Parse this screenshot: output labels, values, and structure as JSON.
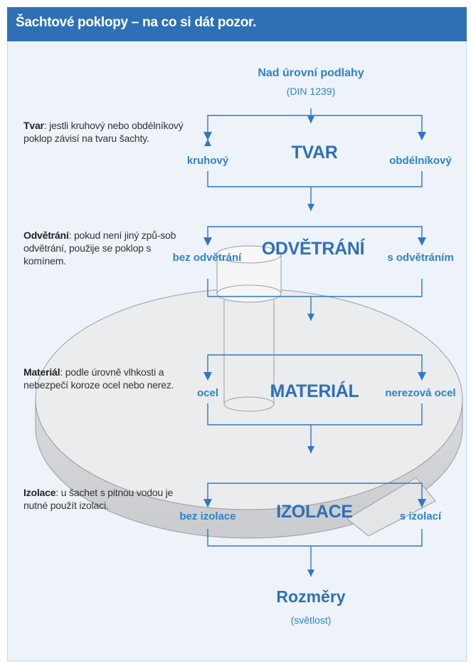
{
  "title": "Šachtové poklopy – na co si dát pozor.",
  "top": {
    "label": "Nad úrovní podlahy",
    "sub": "(DIN 1239)"
  },
  "levels": [
    {
      "name": "Tvar",
      "desc": ": jestli kruhový nebo obdélníkový poklop závisí na tvaru šachty.",
      "category": "TVAR",
      "left": "kruhový",
      "right": "obdélníkový"
    },
    {
      "name": "Odvětrání",
      "desc": ": pokud není jiný způ-sob odvětrání, použije se poklop s komínem.",
      "category": "ODVĚTRÁNÍ",
      "left": "bez odvětrání",
      "right": "s odvětráním"
    },
    {
      "name": "Materiál",
      "desc": ": podle úrovně vlhkosti a nebezpečí koroze ocel nebo nerez.",
      "category": "MATERIÁL",
      "left": "ocel",
      "right": "nerezová ocel"
    },
    {
      "name": "Izolace",
      "desc": ": u šachet s pitnou vodou je nutné použít izolaci.",
      "category": "IZOLACE",
      "left": "bez izolace",
      "right": "s izolací"
    }
  ],
  "bottom": {
    "label": "Rozměry",
    "sub": "(světlost)"
  },
  "colors": {
    "header": "#2e70b6",
    "background": "#eef3fa",
    "line": "#2f78c2",
    "option": "#2f82c8"
  }
}
